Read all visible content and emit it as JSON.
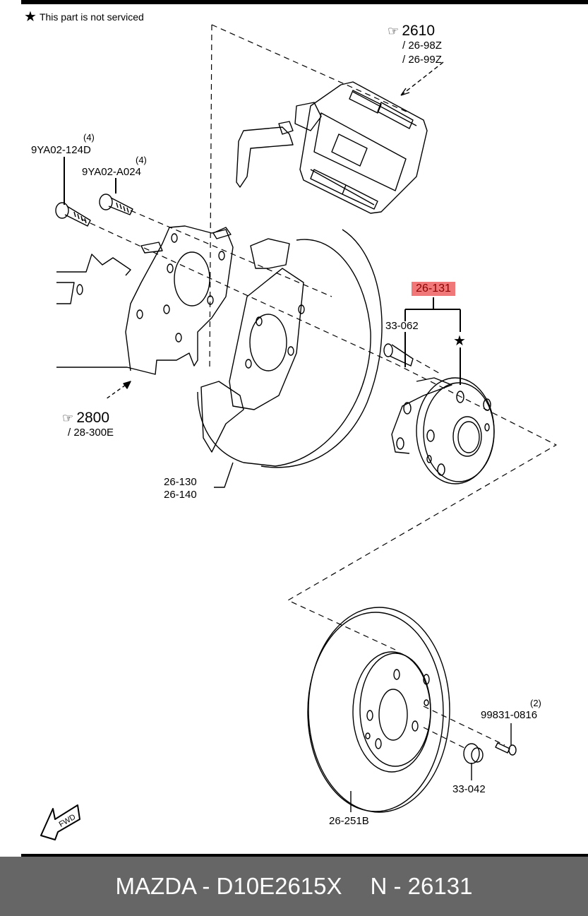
{
  "legend": {
    "icon": "star-icon",
    "symbol": "★",
    "text": "This part is not serviced"
  },
  "callouts": {
    "caliper": {
      "ref_icon": "pointing-hand-icon",
      "ref": "2610",
      "subs": [
        "/ 26-98Z",
        "/ 26-99Z"
      ]
    },
    "knuckle": {
      "ref_icon": "pointing-hand-icon",
      "ref": "2800",
      "subs": [
        "/ 28-300E"
      ]
    },
    "bolt_1": {
      "qty": "(4)",
      "part": "9YA02-124D"
    },
    "bolt_2": {
      "qty": "(4)",
      "part": "9YA02-A024"
    },
    "hub_assembly": {
      "part": "26-131",
      "highlight_color": "#f07878"
    },
    "hub_bolt": {
      "part": "33-062"
    },
    "hub_star": {
      "symbol": "★"
    },
    "dust_shield": {
      "parts": [
        "26-130",
        "26-140"
      ]
    },
    "disc": {
      "part": "26-251B"
    },
    "screw": {
      "qty": "(2)",
      "part": "99831-0816"
    },
    "nut": {
      "part": "33-042"
    },
    "fwd": {
      "icon": "fwd-arrow-icon",
      "text": "FWD"
    }
  },
  "footer": {
    "brand_part": "MAZDA - D10E2615X",
    "ref": "N - 26131",
    "bg_color": "#666666"
  }
}
